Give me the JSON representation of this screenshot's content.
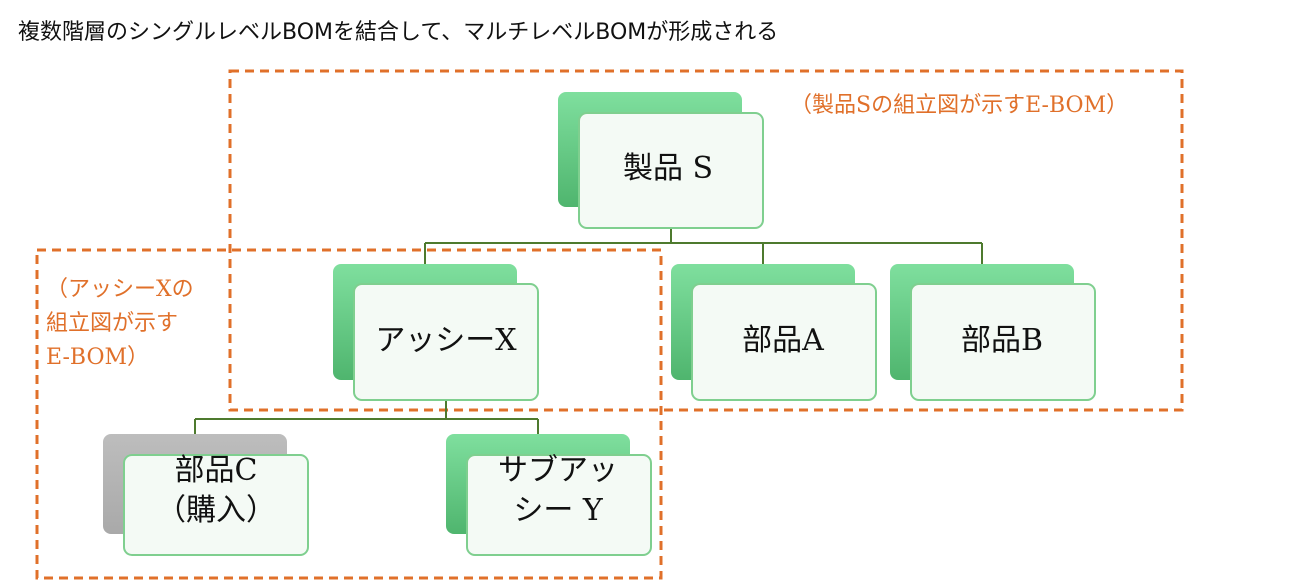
{
  "title": "複数階層のシングルレベルBOMを結合して、マルチレベルBOMが形成される",
  "colors": {
    "frame": "#E0702A",
    "connector": "#4E7A2E",
    "node_back_green": "#7FDF9E",
    "node_back_gray": "#BDBDBD",
    "node_front_border": "#7FCF8F",
    "node_front_fill": "#F4FAF5"
  },
  "groups": [
    {
      "id": "product-s-ebom",
      "lines": [
        "（製品Sの組立図が示すE-BOM）"
      ]
    },
    {
      "id": "assy-x-ebom",
      "lines": [
        "（アッシーXの",
        "組立図が示す",
        "E-BOM）"
      ]
    }
  ],
  "nodes": [
    {
      "id": "product-s",
      "lines": [
        "製品 S"
      ],
      "type": "assembly"
    },
    {
      "id": "assy-x",
      "lines": [
        "アッシーX"
      ],
      "type": "assembly"
    },
    {
      "id": "part-a",
      "lines": [
        "部品A"
      ],
      "type": "part"
    },
    {
      "id": "part-b",
      "lines": [
        "部品B"
      ],
      "type": "part"
    },
    {
      "id": "part-c",
      "lines": [
        "部品C",
        "（購入）"
      ],
      "type": "purchased"
    },
    {
      "id": "subassy-y",
      "lines": [
        "サブアッ",
        "シー Y"
      ],
      "type": "assembly"
    }
  ],
  "edges": [
    {
      "from": "product-s",
      "to": "assy-x"
    },
    {
      "from": "product-s",
      "to": "part-a"
    },
    {
      "from": "product-s",
      "to": "part-b"
    },
    {
      "from": "assy-x",
      "to": "part-c"
    },
    {
      "from": "assy-x",
      "to": "subassy-y"
    }
  ]
}
